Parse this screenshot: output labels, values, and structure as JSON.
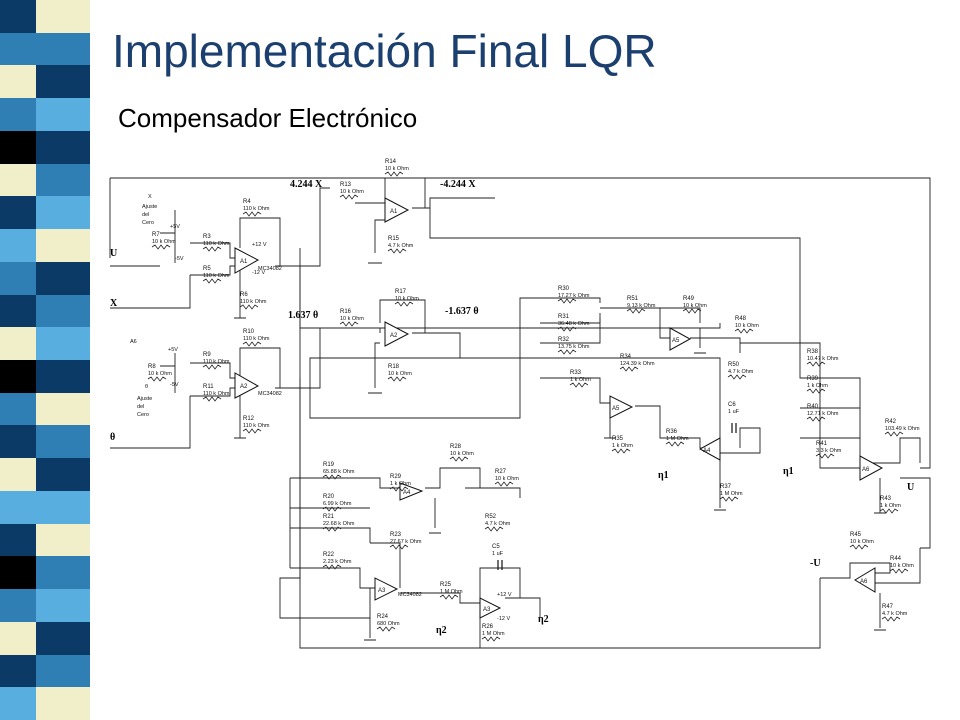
{
  "slide": {
    "title": "Implementación Final LQR",
    "subtitle": "Compensador Electrónico"
  },
  "colors": {
    "title": "#1b3f6e",
    "strip_dark": "#0b3a66",
    "strip_mid": "#2f7fb4",
    "strip_light": "#59aee0",
    "strip_cream": "#f1efc9",
    "strip_black": "#000000"
  },
  "schematic": {
    "io_labels": [
      "U",
      "X",
      "θ",
      "θ"
    ],
    "signal_labels": {
      "gain_x": "4.244 X",
      "gain_x_neg": "-4.244 X",
      "gain_theta": "1.637 θ",
      "gain_theta_neg": "-1.637 θ",
      "x_adjust": "X",
      "x_adjust_text": [
        "Ajuste",
        "del",
        "Cero"
      ],
      "theta_adjust": "θ",
      "theta_adjust_text": [
        "Ajuste",
        "del",
        "Cero"
      ],
      "u_out": "U",
      "u_neg": "-U",
      "eta1": "η1",
      "eta1_dot": "η1",
      "eta2": "η2",
      "eta2_dot": "η2",
      "a6_tag": "A6"
    },
    "supplies": {
      "p5": "+5V",
      "m5": "-5V",
      "p12": "+12 V",
      "m12": "-12 V"
    },
    "opamps": [
      {
        "name": "A1",
        "part": "MC34082"
      },
      {
        "name": "A2",
        "part": "MC34082"
      },
      {
        "name": "A1",
        "part": ""
      },
      {
        "name": "A2",
        "part": ""
      },
      {
        "name": "A3",
        "part": "MC34082"
      },
      {
        "name": "A3",
        "part": ""
      },
      {
        "name": "A4",
        "part": ""
      },
      {
        "name": "A4",
        "part": ""
      },
      {
        "name": "A5",
        "part": ""
      },
      {
        "name": "A5",
        "part": ""
      },
      {
        "name": "A6",
        "part": ""
      },
      {
        "name": "A6",
        "part": ""
      }
    ],
    "resistors": [
      {
        "ref": "R3",
        "value": "110 k Ohm"
      },
      {
        "ref": "R4",
        "value": "110 k Ohm"
      },
      {
        "ref": "R5",
        "value": "110 k Ohm"
      },
      {
        "ref": "R6",
        "value": "110 k Ohm"
      },
      {
        "ref": "R7",
        "value": "10 k Ohm"
      },
      {
        "ref": "R8",
        "value": "10 k Ohm"
      },
      {
        "ref": "R9",
        "value": "110 k Ohm"
      },
      {
        "ref": "R10",
        "value": "110 k Ohm"
      },
      {
        "ref": "R11",
        "value": "110 k Ohm"
      },
      {
        "ref": "R12",
        "value": "110 k Ohm"
      },
      {
        "ref": "R13",
        "value": "10 k Ohm"
      },
      {
        "ref": "R14",
        "value": "10 k Ohm"
      },
      {
        "ref": "R15",
        "value": "4.7 k Ohm"
      },
      {
        "ref": "R16",
        "value": "10 k Ohm"
      },
      {
        "ref": "R17",
        "value": "10 k Ohm"
      },
      {
        "ref": "R18",
        "value": "10 k Ohm"
      },
      {
        "ref": "R19",
        "value": "65.88 k Ohm"
      },
      {
        "ref": "R20",
        "value": "6.99 k Ohm"
      },
      {
        "ref": "R21",
        "value": "22.68 k Ohm"
      },
      {
        "ref": "R22",
        "value": "2.23 k Ohm"
      },
      {
        "ref": "R23",
        "value": "27.67 k Ohm"
      },
      {
        "ref": "R24",
        "value": "680 Ohm"
      },
      {
        "ref": "R25",
        "value": "1 M Ohm"
      },
      {
        "ref": "R26",
        "value": "1 M Ohm"
      },
      {
        "ref": "R27",
        "value": "10 k Ohm"
      },
      {
        "ref": "R28",
        "value": "10 k Ohm"
      },
      {
        "ref": "R29",
        "value": "1 k Ohm"
      },
      {
        "ref": "R30",
        "value": "17.27 k Ohm"
      },
      {
        "ref": "R31",
        "value": "36.48 k Ohm"
      },
      {
        "ref": "R32",
        "value": "13.75 k Ohm"
      },
      {
        "ref": "R33",
        "value": "1 k Ohm"
      },
      {
        "ref": "R34",
        "value": "124.39 k Ohm"
      },
      {
        "ref": "R35",
        "value": "1 k Ohm"
      },
      {
        "ref": "R36",
        "value": "1 M Ohm"
      },
      {
        "ref": "R37",
        "value": "1 M Ohm"
      },
      {
        "ref": "R38",
        "value": "10.47 k Ohm"
      },
      {
        "ref": "R39",
        "value": "1 k Ohm"
      },
      {
        "ref": "R40",
        "value": "12.71 k Ohm"
      },
      {
        "ref": "R41",
        "value": "3.3 k Ohm"
      },
      {
        "ref": "R42",
        "value": "103.49 k Ohm"
      },
      {
        "ref": "R43",
        "value": "1 k Ohm"
      },
      {
        "ref": "R44",
        "value": "10 k Ohm"
      },
      {
        "ref": "R45",
        "value": "10 k Ohm"
      },
      {
        "ref": "R47",
        "value": "4.7 k Ohm"
      },
      {
        "ref": "R48",
        "value": "10 k Ohm"
      },
      {
        "ref": "R49",
        "value": "10 k Ohm"
      },
      {
        "ref": "R50",
        "value": "4.7 k Ohm"
      },
      {
        "ref": "R51",
        "value": "9.13 k Ohm"
      },
      {
        "ref": "R52",
        "value": "4.7 k Ohm"
      }
    ],
    "capacitors": [
      {
        "ref": "C5",
        "value": "1 uF"
      },
      {
        "ref": "C6",
        "value": "1 uF"
      }
    ]
  }
}
